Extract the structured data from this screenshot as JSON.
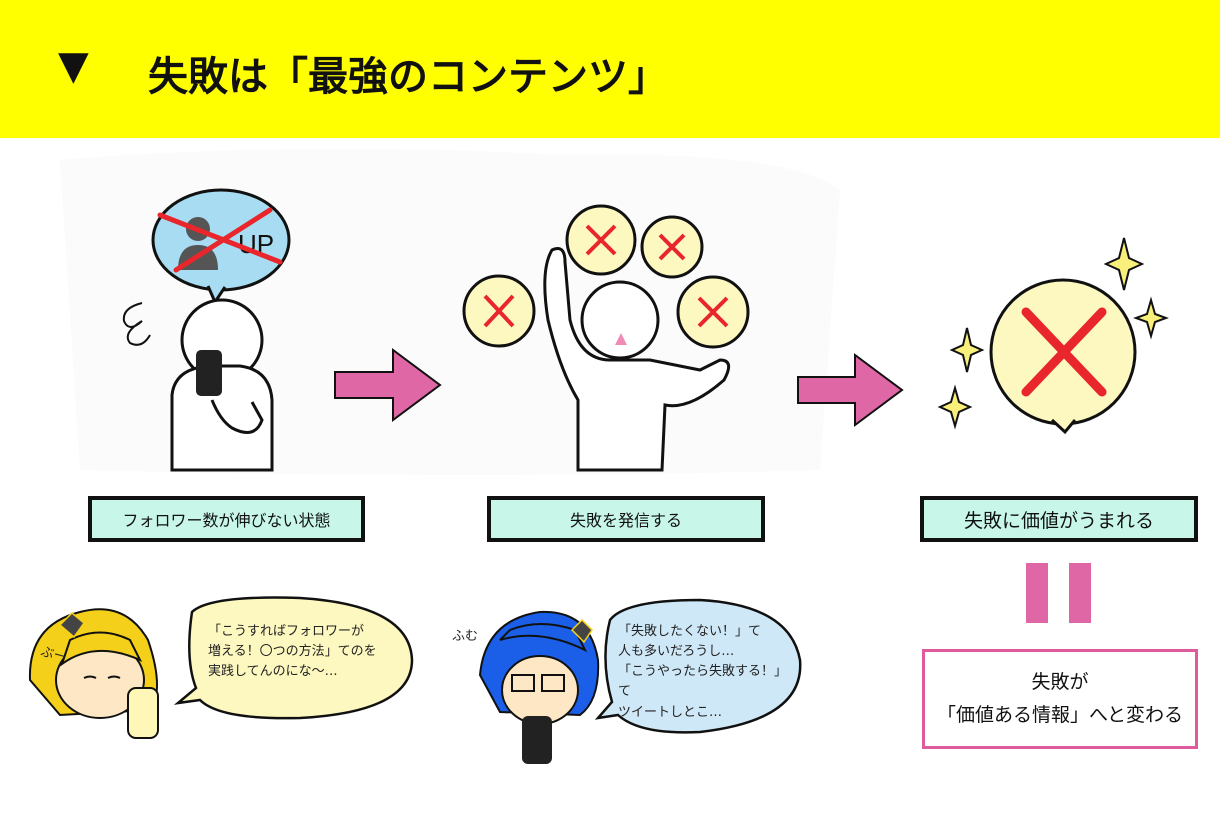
{
  "header": {
    "marker": "▼",
    "title": "失敗は「最強のコンテンツ」"
  },
  "steps": [
    {
      "label": "フォロワー数が伸びない状態",
      "bubble_text": "UP"
    },
    {
      "label": "失敗を発信する"
    },
    {
      "label": "失敗に価値がうまれる"
    }
  ],
  "result": {
    "line1": "失敗が",
    "line2": "「価値ある情報」へと変わる"
  },
  "characters": [
    {
      "sfx": "ぶー",
      "speech": [
        "「こうすればフォロワーが",
        "増える！〇つの方法」てのを",
        "実践してんのにな〜…"
      ]
    },
    {
      "sfx": "ふむ",
      "speech": [
        "「失敗したくない！」て",
        "人も多いだろうし…",
        "「こうやったら失敗する！」て",
        "ツイートしとこ…"
      ]
    }
  ],
  "colors": {
    "header_bg": "#ffff00",
    "label_bg": "#c8f7ea",
    "arrow": "#e067a6",
    "cross": "#e8262b",
    "bubble_blue": "#a7dcf2",
    "bubble_yellow": "#fdf8c0",
    "result_border": "#e05a9e"
  }
}
